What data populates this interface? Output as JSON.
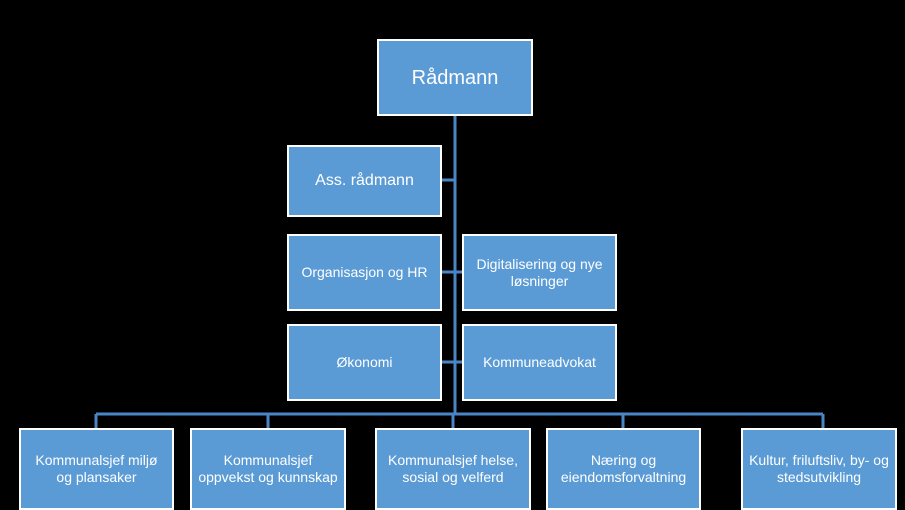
{
  "colors": {
    "background": "#000000",
    "box_fill": "#5b9bd5",
    "box_border": "#ffffff",
    "connector": "#4a86c5",
    "text": "#ffffff"
  },
  "org_chart": {
    "top": "Rådmann",
    "assistant": "Ass. rådmann",
    "staff": [
      "Organisasjon og HR",
      "Digitalisering og nye løsninger",
      "Økonomi",
      "Kommuneadvokat"
    ],
    "departments": [
      "Kommunalsjef miljø og plansaker",
      "Kommunalsjef oppvekst og kunnskap",
      "Kommunalsjef helse, sosial og velferd",
      "Næring og eiendomsforvaltning",
      "Kultur, friluftsliv, by- og stedsutvikling"
    ]
  }
}
